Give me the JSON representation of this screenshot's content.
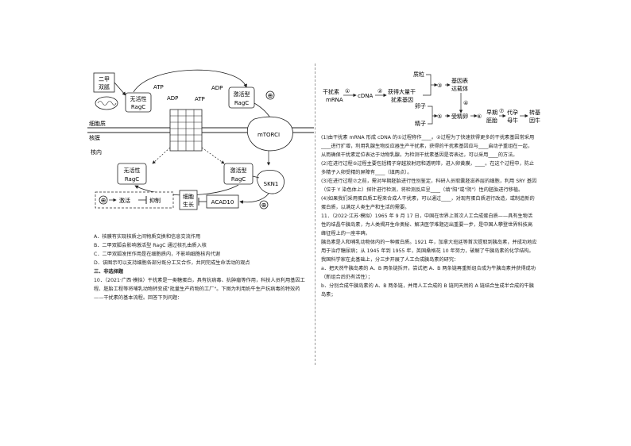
{
  "diagram1": {
    "label_drug": [
      "二甲",
      "双胍"
    ],
    "label_inactive_ragc": [
      "无活性",
      "RagC"
    ],
    "label_active_ragc": [
      "激活型",
      "RagC"
    ],
    "atp": "ATP",
    "adp": "ADP",
    "atp2": "ATP",
    "adp2": "ADP",
    "label_cytoplasm": "细胞质",
    "label_membrane": "核膜",
    "label_nucleus": "核内",
    "label_mtorc": "mTORCⅠ",
    "label_inactive_ragc2": [
      "无活性",
      "RagC"
    ],
    "label_active_ragc2": [
      "激活型",
      "RagC"
    ],
    "label_skn": "SKN1",
    "label_acad": "ACAD10",
    "label_growth": [
      "细胞",
      "生长"
    ],
    "plus": "⊕",
    "legend_activate": "激活",
    "legend_inhibit": "抑制",
    "legend_plus": "⊕"
  },
  "left_text": {
    "option_a": "A．核膜有实现核质之间物质交换和信息交流作用",
    "option_b": "B．二甲双胍会影响激活型 RagC 通过核孔由质入核",
    "option_c": "C．二甲双胍发挥作用是在细胞质内，不影响细胞核内代谢",
    "option_d": "D．该图示可以支持细胞各部分既分工又合作，共同完成生命活动的观点",
    "section": "三、非选择题",
    "q10": "10．（2021·广西·模拟）干扰素是一类糖蛋白，具有抗病毒、抗肿瘤等作用，科技人员利用基因工程、胚胎工程等将哺乳动物转变成\"批量生产药物的工厂\"。下图为利用奶牛生产抗病毒的特效药——干扰素的基本流程。回答下列问题："
  },
  "diagram2": {
    "mrna": [
      "干扰素",
      "mRNA"
    ],
    "cdna": "cDNA",
    "gene": [
      "获得大量干",
      "扰素基因"
    ],
    "plasmid": "质粒",
    "vector": [
      "基因表",
      "达载体"
    ],
    "egg": "卵子",
    "sperm": "精子",
    "fertilized": "受精卵",
    "embryo": [
      "早期",
      "胚胎"
    ],
    "surrogate": [
      "代孕",
      "母牛"
    ],
    "transgenic": [
      "转基",
      "因牛"
    ],
    "steps": [
      "①",
      "②",
      "③",
      "④",
      "⑤",
      "⑥",
      "⑦"
    ]
  },
  "right_text": {
    "p1": "(1)由干扰素 mRNA 形成 cDNA 的①过程称作____。②过程为了快速获得更多的干扰素基因常采用____进行扩增，利用乳腺生物反应器生产干扰素，获得的干扰素基因应与____启动子重组在一起，从而确保干扰素定位表达于动物乳腺。为检测干扰素基因是否表达，可以采用____的方法。",
    "p2": "(2)在进行过程⑤过程主要包括精子穿越放射冠和透明带，进入卵黄膜，____。在这个过程中，防止多精子入卵受精的屏障有____（填两点）。",
    "p3": "(3)在进行过程⑦之前，需对早期胚胎进行性别鉴定，科研人员取囊胚滋养层的细胞，利用 SRY 基因（位于 Y 染色体上）探针进行检测，将检测反应呈____（填\"阳\"或\"阴\"）性的胚胎进行移植。",
    "p4": "(4)如果我们采用蛋白质工程来合成人干扰素，可以通过____，对现有蛋白质进行改造，或制造新的蛋白质，以满足人类生产和生活的需要。",
    "q11": "11．（2022·江苏·模拟）1965 年 9 月 17 日，中国在世界上首次人工合成蛋白质——具有生物活性的结晶牛胰岛素，为人类揭开生命奥秘、解决医学难题迈出重要一步，是中国人攀登世界科技高峰征程上的一座丰碑。",
    "p5": "胰岛素是人和哺乳动物体内的一种蛋白质。1921 年，加拿大班廷等首次提取到胰岛素，并成功地应用于治疗糖尿病；从 1945 年到 1955 年，英国桑格花 10 年努力，破解了牛胰岛素的化学结构。我国科学家在此基础上，分三步开展了人工合成胰岛素的研究：",
    "p6": "a．把天然牛胰岛素的 A、B 两条链拆开，尝试把 A、B 两条链再重新组合成为牛胰岛素并获得成功（新组合后仍有活性）；",
    "p7": "b．分别合成牛胰岛素的 A、B 两条链，并用人工合成的 B 链同天然的 A 链结合生成半合成的牛胰岛素；"
  }
}
